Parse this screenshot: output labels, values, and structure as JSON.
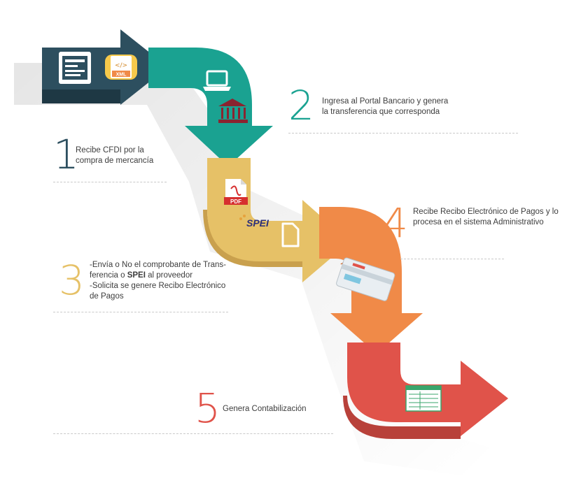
{
  "colors": {
    "step1": "#2d4f5f",
    "step2": "#1aa291",
    "step3": "#e6c167",
    "step4": "#f08a48",
    "step5": "#e0534a"
  },
  "icons": {
    "invoice": "invoice-icon",
    "xml": "xml-file-icon",
    "laptop": "laptop-icon",
    "bank": "bank-icon",
    "pdf": "pdf-file-icon",
    "spei": "spei-logo",
    "document": "document-icon",
    "card": "payment-card-icon",
    "spreadsheet": "spreadsheet-icon"
  },
  "icon_labels": {
    "xml": "XML",
    "pdf": "PDF",
    "spei": "SPEI"
  },
  "steps": [
    {
      "number": "1",
      "lines": [
        "Recibe CFDI por la",
        "compra de mercancía"
      ]
    },
    {
      "number": "2",
      "lines": [
        "Ingresa al Portal Bancario y genera",
        "la transferencia que corresponda"
      ]
    },
    {
      "number": "3",
      "lines": [
        "-Envía o No el comprobante de Trans-",
        "ferencia o ",
        "SPEI",
        " al proveedor",
        "-Solicita se genere Recibo Electrónico",
        "de Pagos"
      ]
    },
    {
      "number": "4",
      "lines": [
        "Recibe Recibo Electrónico de Pagos y lo",
        "procesa en el sistema Administrativo"
      ]
    },
    {
      "number": "5",
      "lines": [
        "Genera Contabilización"
      ]
    }
  ]
}
